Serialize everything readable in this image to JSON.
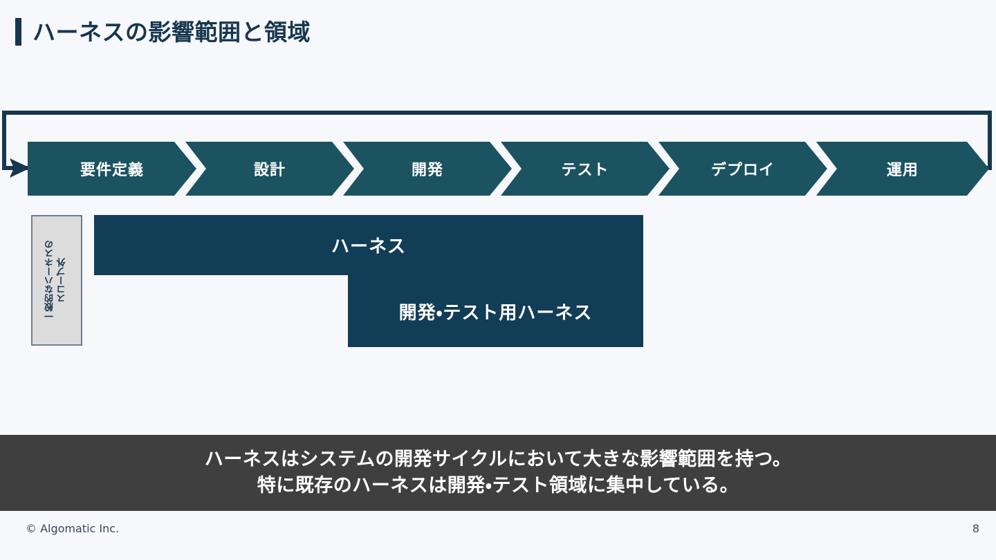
{
  "slide": {
    "title": "ハーネスの影響範囲と領域",
    "page_number": "8",
    "copyright": "© Algomatic Inc.",
    "colors": {
      "background": "#f7f8fc",
      "title_accent": "#17374e",
      "phase_fill": "#1b5360",
      "coverage_fill": "#123d56",
      "banner_fill": "#3f3f3f",
      "scope_fill": "#dcdcdc",
      "scope_border": "#6f7c90"
    }
  },
  "lifecycle": {
    "phases": [
      {
        "label": "要件定義"
      },
      {
        "label": "設計"
      },
      {
        "label": "開発"
      },
      {
        "label": "テスト"
      },
      {
        "label": "デプロイ"
      },
      {
        "label": "運用"
      }
    ],
    "loopback_arrow": "feedback-loop-arrow"
  },
  "coverage": {
    "scope_label": "一般的なハーネスの\nスコープ外",
    "bars": [
      {
        "label": "ハーネス"
      },
      {
        "label": "開発・テスト用ハーネス"
      }
    ]
  },
  "summary": {
    "lines": [
      "ハーネスはシステムの開発サイクルにおいて大きな影響範囲を持つ。",
      "特に既存のハーネスは開発・テスト領域に集中している。"
    ]
  }
}
